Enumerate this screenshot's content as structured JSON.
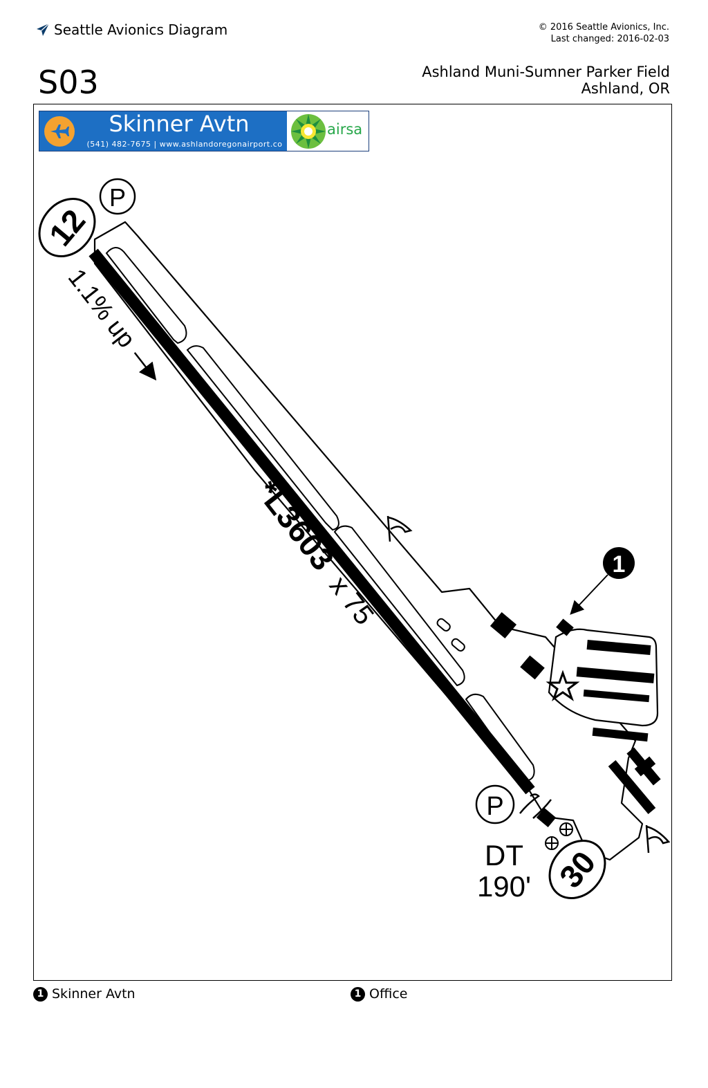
{
  "header": {
    "brand": "Seattle Avionics Diagram",
    "copyright": "© 2016 Seattle Avionics, Inc.",
    "last_changed": "Last changed: 2016-02-03",
    "ident": "S03",
    "airport_name": "Ashland Muni-Sumner Parker Field",
    "location": "Ashland, OR"
  },
  "banner": {
    "fbo_name": "Skinner Avtn",
    "contact": "(541) 482-7675  |  www.ashlandoregonairport.co",
    "brand": "airsa"
  },
  "diagram": {
    "runway_end_1": "12",
    "runway_end_2": "30",
    "runway_label": "*L3603",
    "runway_dims": "x 75",
    "slope": "1.1% up",
    "displaced_threshold_1": "DT",
    "displaced_threshold_2": "190'",
    "parking_1": "P",
    "parking_2": "P",
    "callout_number": "1"
  },
  "legend": [
    {
      "number": "1",
      "label": "Skinner Avtn"
    },
    {
      "number": "1",
      "label": "Office"
    }
  ],
  "colors": {
    "banner_blue": "#1d6fc4",
    "banner_orange": "#f4a230",
    "bp_green": "#27a74a"
  }
}
